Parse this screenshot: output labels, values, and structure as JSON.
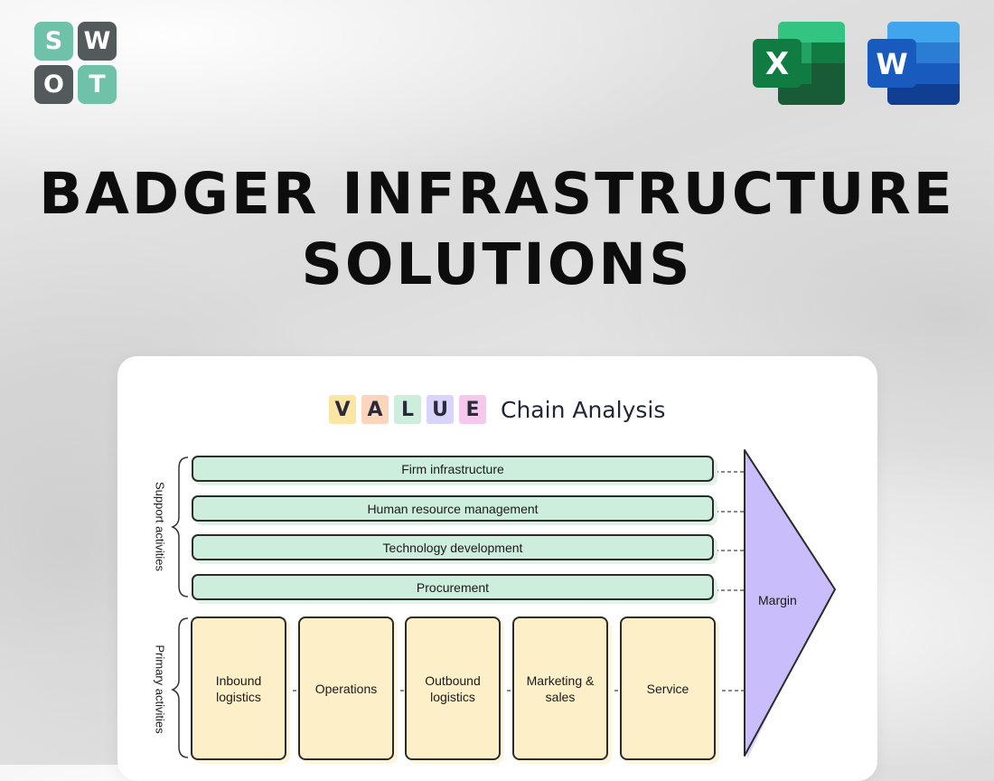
{
  "logo": {
    "tiles": [
      "S",
      "W",
      "O",
      "T"
    ],
    "colors": [
      "#6fc1a8",
      "#535a5c",
      "#535a5c",
      "#6fc1a8"
    ]
  },
  "apps": {
    "excel_letter": "X",
    "word_letter": "W",
    "excel_icon": "excel-icon",
    "word_icon": "word-icon"
  },
  "title": {
    "line1": "BADGER INFRASTRUCTURE",
    "line2": "SOLUTIONS"
  },
  "card": {
    "letters": [
      {
        "char": "V",
        "color": "#fbe6a6"
      },
      {
        "char": "A",
        "color": "#fbd6bd"
      },
      {
        "char": "L",
        "color": "#cdeedd"
      },
      {
        "char": "U",
        "color": "#d9d4fb"
      },
      {
        "char": "E",
        "color": "#f6c8ee"
      }
    ],
    "title": "Chain Analysis"
  },
  "diagram": {
    "support_label": "Support activities",
    "primary_label": "Primary activities",
    "support_activities": [
      "Firm infrastructure",
      "Human resource management",
      "Technology development",
      "Procurement"
    ],
    "primary_activities": [
      "Inbound logistics",
      "Operations",
      "Outbound logistics",
      "Marketing & sales",
      "Service"
    ],
    "margin_label": "Margin",
    "colors": {
      "support": "#cdeedd",
      "primary": "#fdf0c8",
      "margin": "#c9bdfb"
    }
  }
}
